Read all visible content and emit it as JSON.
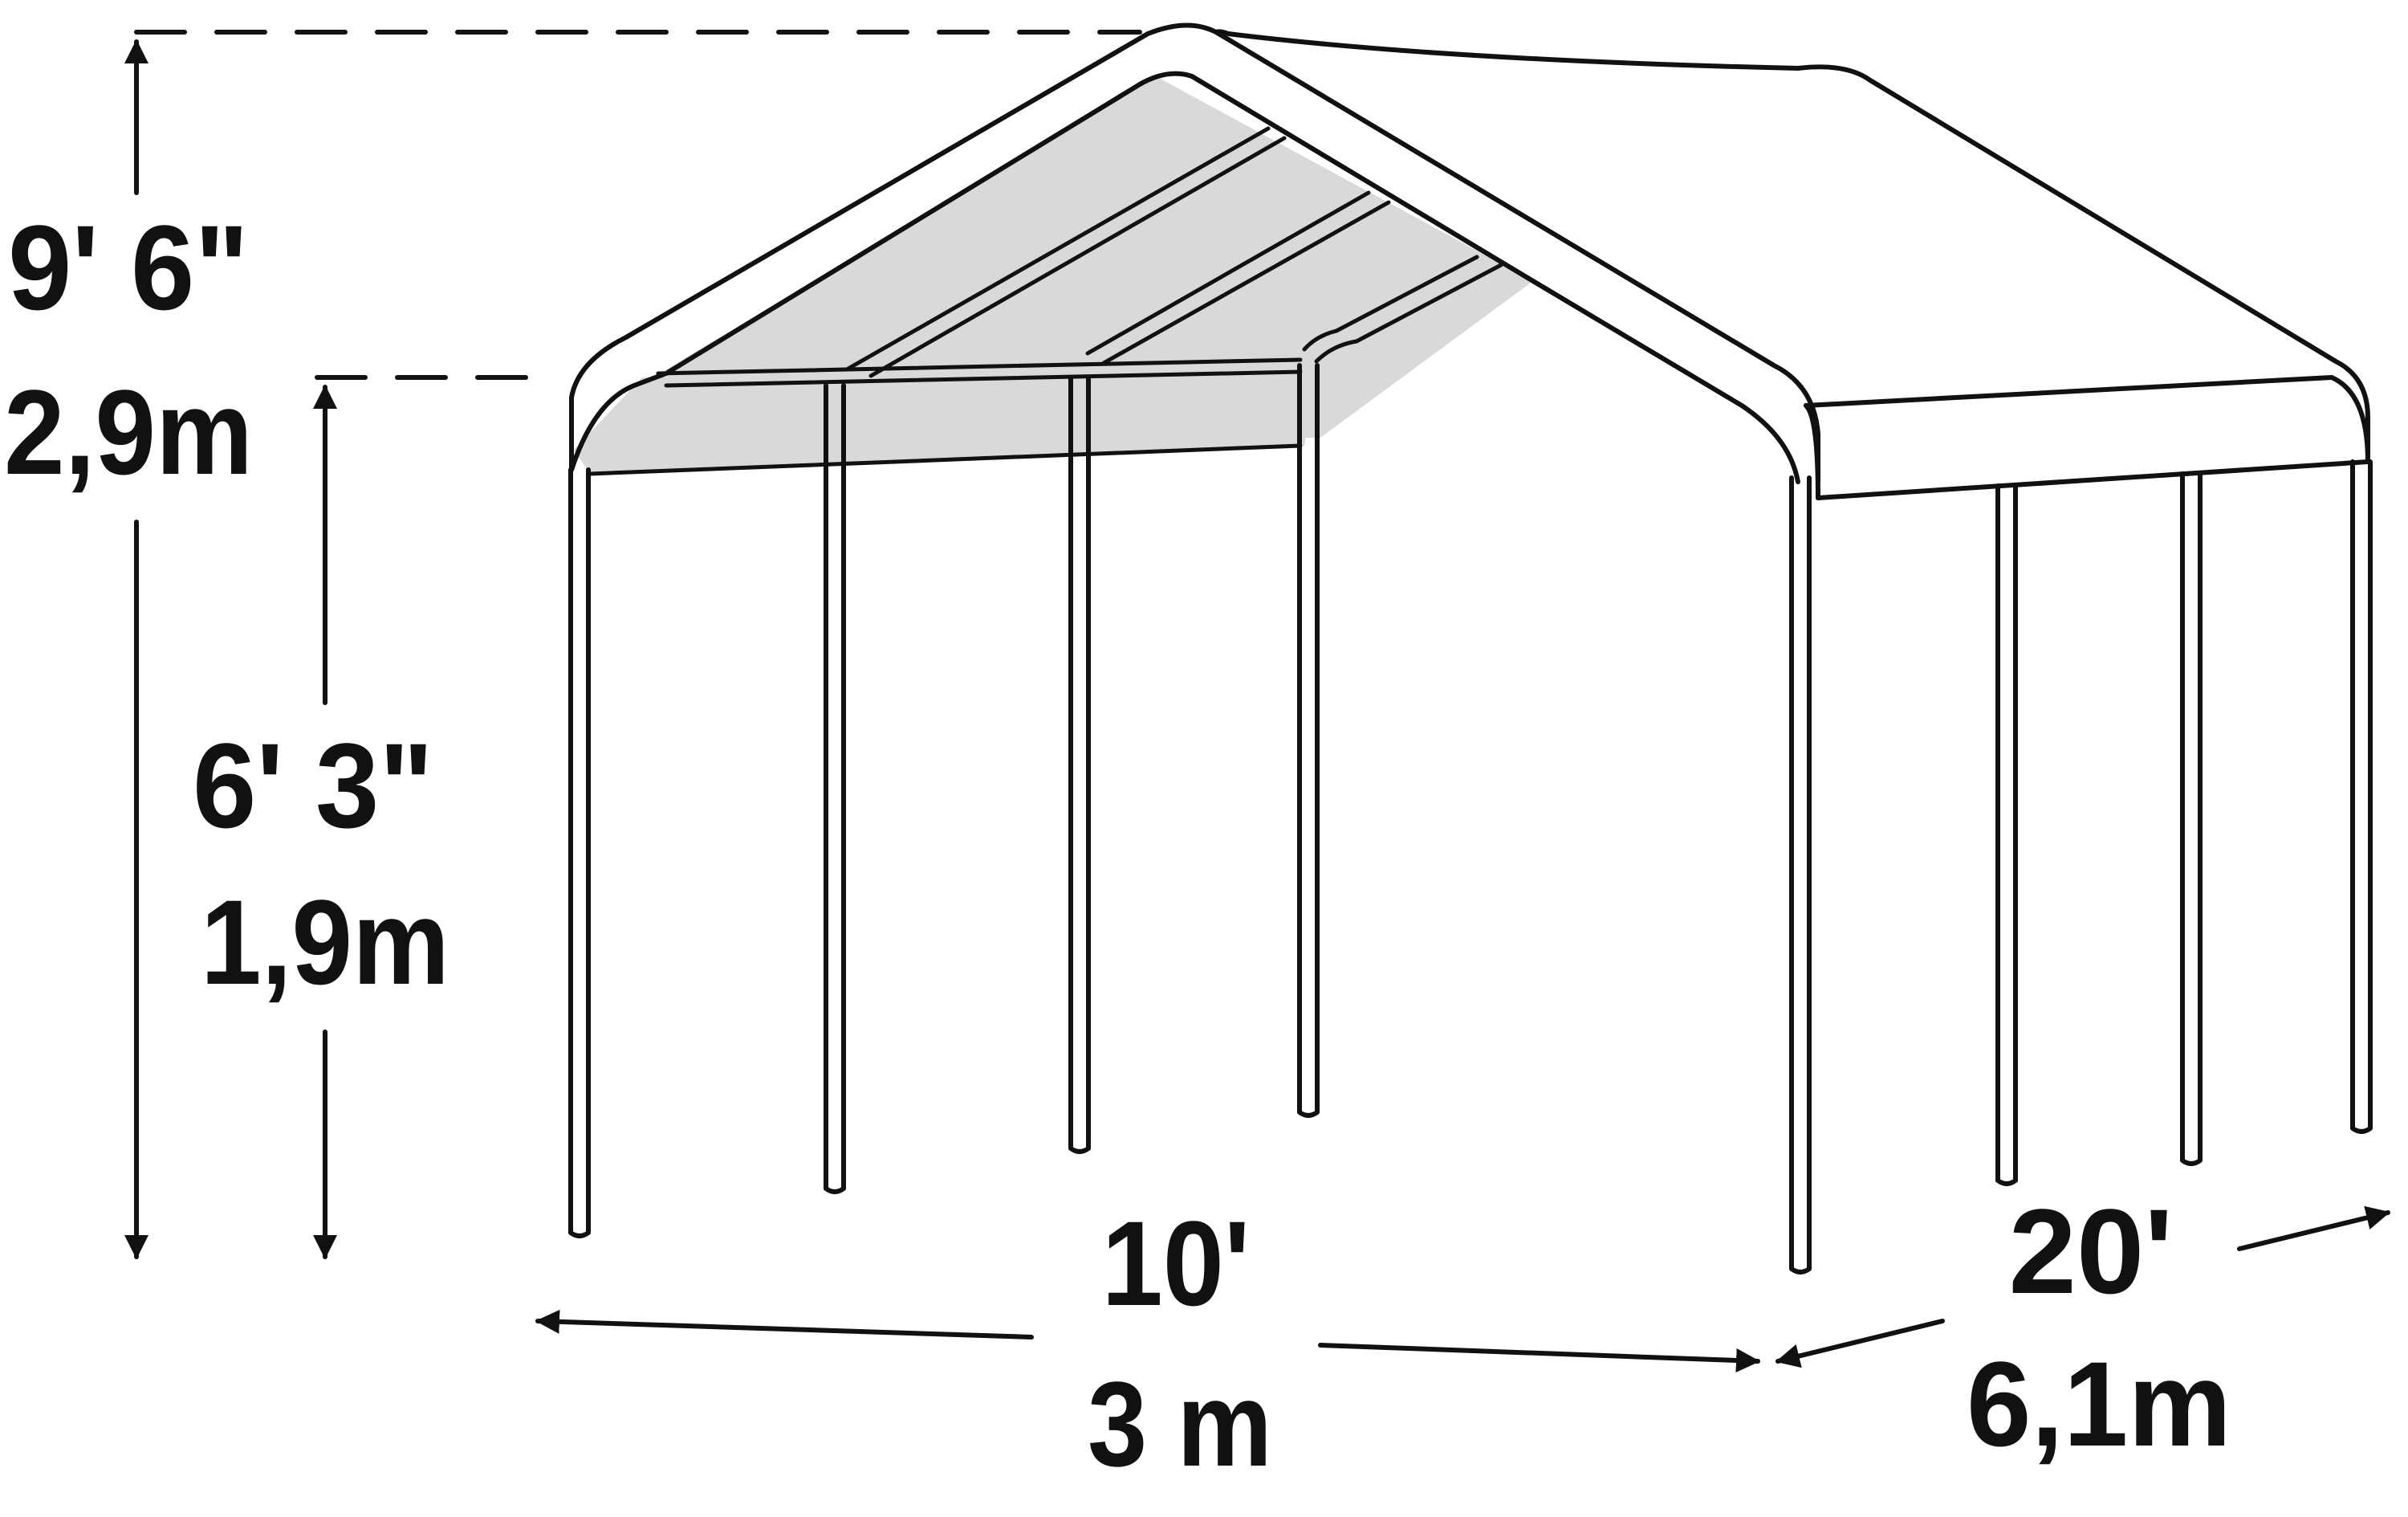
{
  "dimensions": {
    "overall_height": {
      "imperial": "9' 6\"",
      "metric": "2,9m"
    },
    "side_height": {
      "imperial": "6' 3\"",
      "metric": "1,9m"
    },
    "width": {
      "imperial": "10'",
      "metric": "3 m"
    },
    "length": {
      "imperial": "20'",
      "metric": "6,1m"
    }
  },
  "colors": {
    "ink": "#111111",
    "roof_underside": "#d9d9d9",
    "background": "#ffffff"
  }
}
